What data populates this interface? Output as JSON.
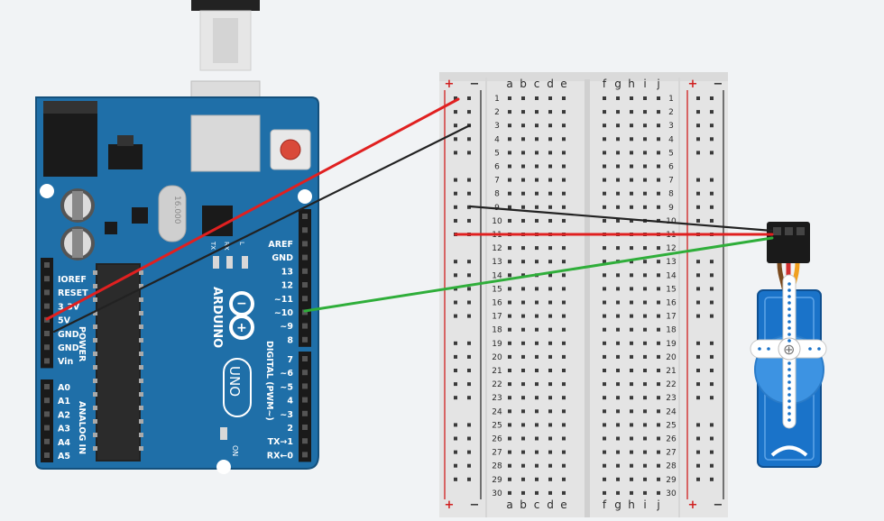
{
  "arduino": {
    "brand": "ARDUINO",
    "model": "UNO",
    "crystal_label": "16.000",
    "on_label": "ON",
    "led_labels": [
      "TX",
      "RX",
      "L"
    ],
    "power_header": [
      "IOREF",
      "RESET",
      "3.3V",
      "5V",
      "GND",
      "GND",
      "Vin"
    ],
    "power_title": "POWER",
    "analog_header": [
      "A0",
      "A1",
      "A2",
      "A3",
      "A4",
      "A5"
    ],
    "analog_title": "ANALOG IN",
    "digital_high": [
      "AREF",
      "GND",
      "13",
      "12",
      "~11",
      "~10",
      "~9",
      "8"
    ],
    "digital_low": [
      "7",
      "~6",
      "~5",
      "4",
      "~3",
      "2",
      "TX→1",
      "RX←0"
    ],
    "digital_title": "DIGITAL (PWM~)"
  },
  "breadboard": {
    "rail_plus": "+",
    "rail_minus": "−",
    "left_columns": [
      "a",
      "b",
      "c",
      "d",
      "e"
    ],
    "right_columns": [
      "f",
      "g",
      "h",
      "i",
      "j"
    ],
    "rows": 30
  },
  "wires": [
    {
      "name": "red-5v-wire",
      "color": "#e02020"
    },
    {
      "name": "black-gnd-wire",
      "color": "#222222"
    },
    {
      "name": "green-signal-wire",
      "color": "#2fae3a"
    },
    {
      "name": "black-servo-wire",
      "color": "#222222"
    },
    {
      "name": "red-servo-wire",
      "color": "#e02020"
    }
  ],
  "colors": {
    "board": "#1f6fa8",
    "servo": "#1a73c9",
    "breadboard": "#e4e4e4"
  }
}
